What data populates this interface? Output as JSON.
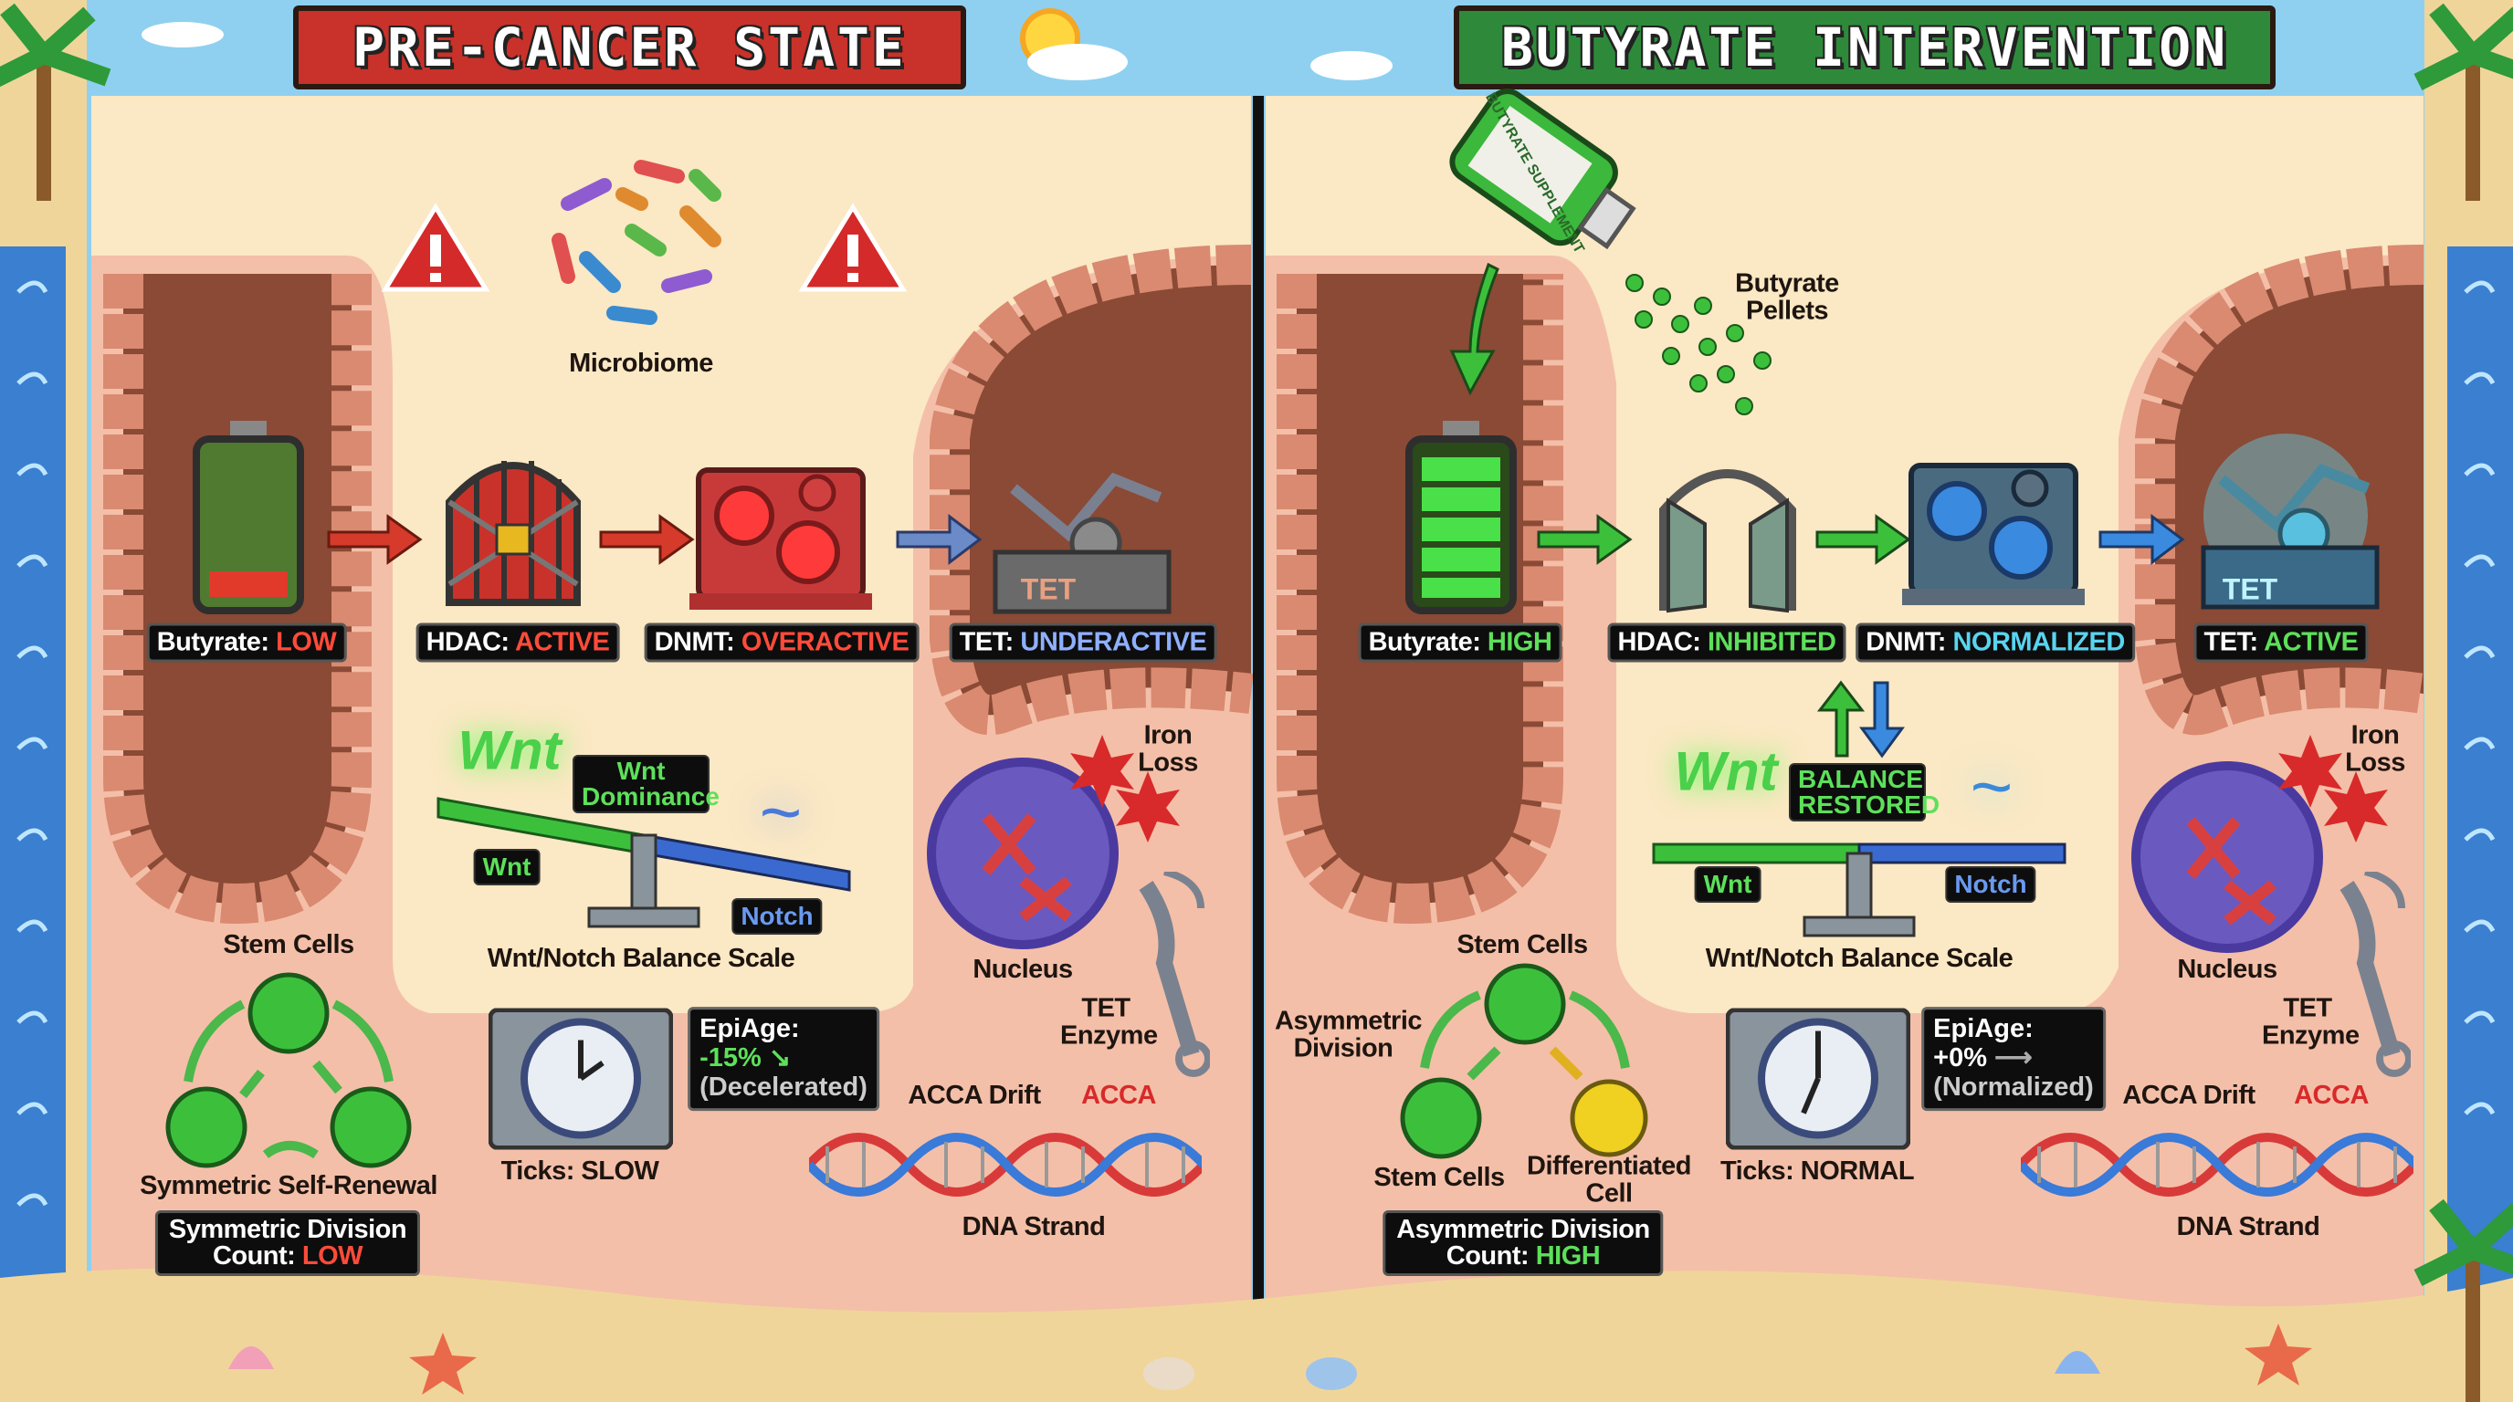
{
  "left_panel": {
    "title": "PRE-CANCER STATE",
    "microbiome_label": "Microbiome",
    "statuses": [
      {
        "key": "Butyrate: ",
        "value": "LOW",
        "color": "#ff4b3a"
      },
      {
        "key": "HDAC: ",
        "value": "ACTIVE",
        "color": "#ff4b3a"
      },
      {
        "key": "DNMT: ",
        "value": "OVERACTIVE",
        "color": "#ff4b3a"
      },
      {
        "key": "TET: ",
        "value": "UNDERACTIVE",
        "color": "#8fb0ff"
      }
    ],
    "tet_machine_label": "TET",
    "balance": {
      "wnt_logo": "Wnt",
      "callout": "Wnt Dominance",
      "wnt_label": "Wnt",
      "notch_label": "Notch",
      "caption": "Wnt/Notch Balance Scale",
      "state": "tilted toward Wnt"
    },
    "nucleus": {
      "iron_loss": "Iron Loss",
      "nucleus_label": "Nucleus",
      "tet_enzyme": "TET Enzyme",
      "acca_drift": "ACCA Drift",
      "acca_mark": "ACCA",
      "dna_label": "DNA Strand"
    },
    "clock": {
      "ticks": "Ticks: SLOW",
      "epi_title": "EpiAge:",
      "epi_value": "-15%",
      "epi_note": "(Decelerated)",
      "epi_color": "#5de05a"
    },
    "stem": {
      "label": "Stem Cells",
      "caption": "Symmetric Self-Renewal",
      "count_line1": "Symmetric Division",
      "count_key": "Count: ",
      "count_value": "LOW",
      "count_color": "#ff4b3a"
    }
  },
  "right_panel": {
    "title": "BUTYRATE INTERVENTION",
    "bottle_text": "BUTYRATE SUPPLEMENT",
    "pellets_label": "Butyrate Pellets",
    "statuses": [
      {
        "key": "Butyrate: ",
        "value": "HIGH",
        "color": "#5de05a"
      },
      {
        "key": "HDAC: ",
        "value": "INHIBITED",
        "color": "#5de05a"
      },
      {
        "key": "DNMT: ",
        "value": "NORMALIZED",
        "color": "#59d4f0"
      },
      {
        "key": "TET: ",
        "value": "ACTIVE",
        "color": "#5de05a"
      }
    ],
    "tet_machine_label": "TET",
    "balance": {
      "wnt_logo": "Wnt",
      "callout": "BALANCE RESTORED",
      "wnt_label": "Wnt",
      "notch_label": "Notch",
      "caption": "Wnt/Notch Balance Scale",
      "state": "level"
    },
    "nucleus": {
      "iron_loss": "Iron Loss",
      "nucleus_label": "Nucleus",
      "tet_enzyme": "TET Enzyme",
      "acca_drift": "ACCA Drift",
      "acca_mark": "ACCA",
      "dna_label": "DNA Strand"
    },
    "clock": {
      "ticks": "Ticks: NORMAL",
      "epi_title": "EpiAge:",
      "epi_value": "+0%",
      "epi_note": "(Normalized)",
      "epi_color": "#ffffff"
    },
    "stem": {
      "label": "Stem Cells",
      "asym_label": "Asymmetric Division",
      "stem_label": "Stem Cells",
      "diff_label": "Differentiated Cell",
      "count_line1": "Asymmetric Division",
      "count_key": "Count: ",
      "count_value": "HIGH",
      "count_color": "#5de05a"
    }
  },
  "colors": {
    "sea": "#3a7fd0",
    "sand": "#f0d59a",
    "tissue": "#f4bfa8",
    "lumen": "#fbe8c4",
    "crypt": "#8a4a35",
    "title_left_bg": "#c8322a",
    "title_right_bg": "#2e8a3a"
  }
}
